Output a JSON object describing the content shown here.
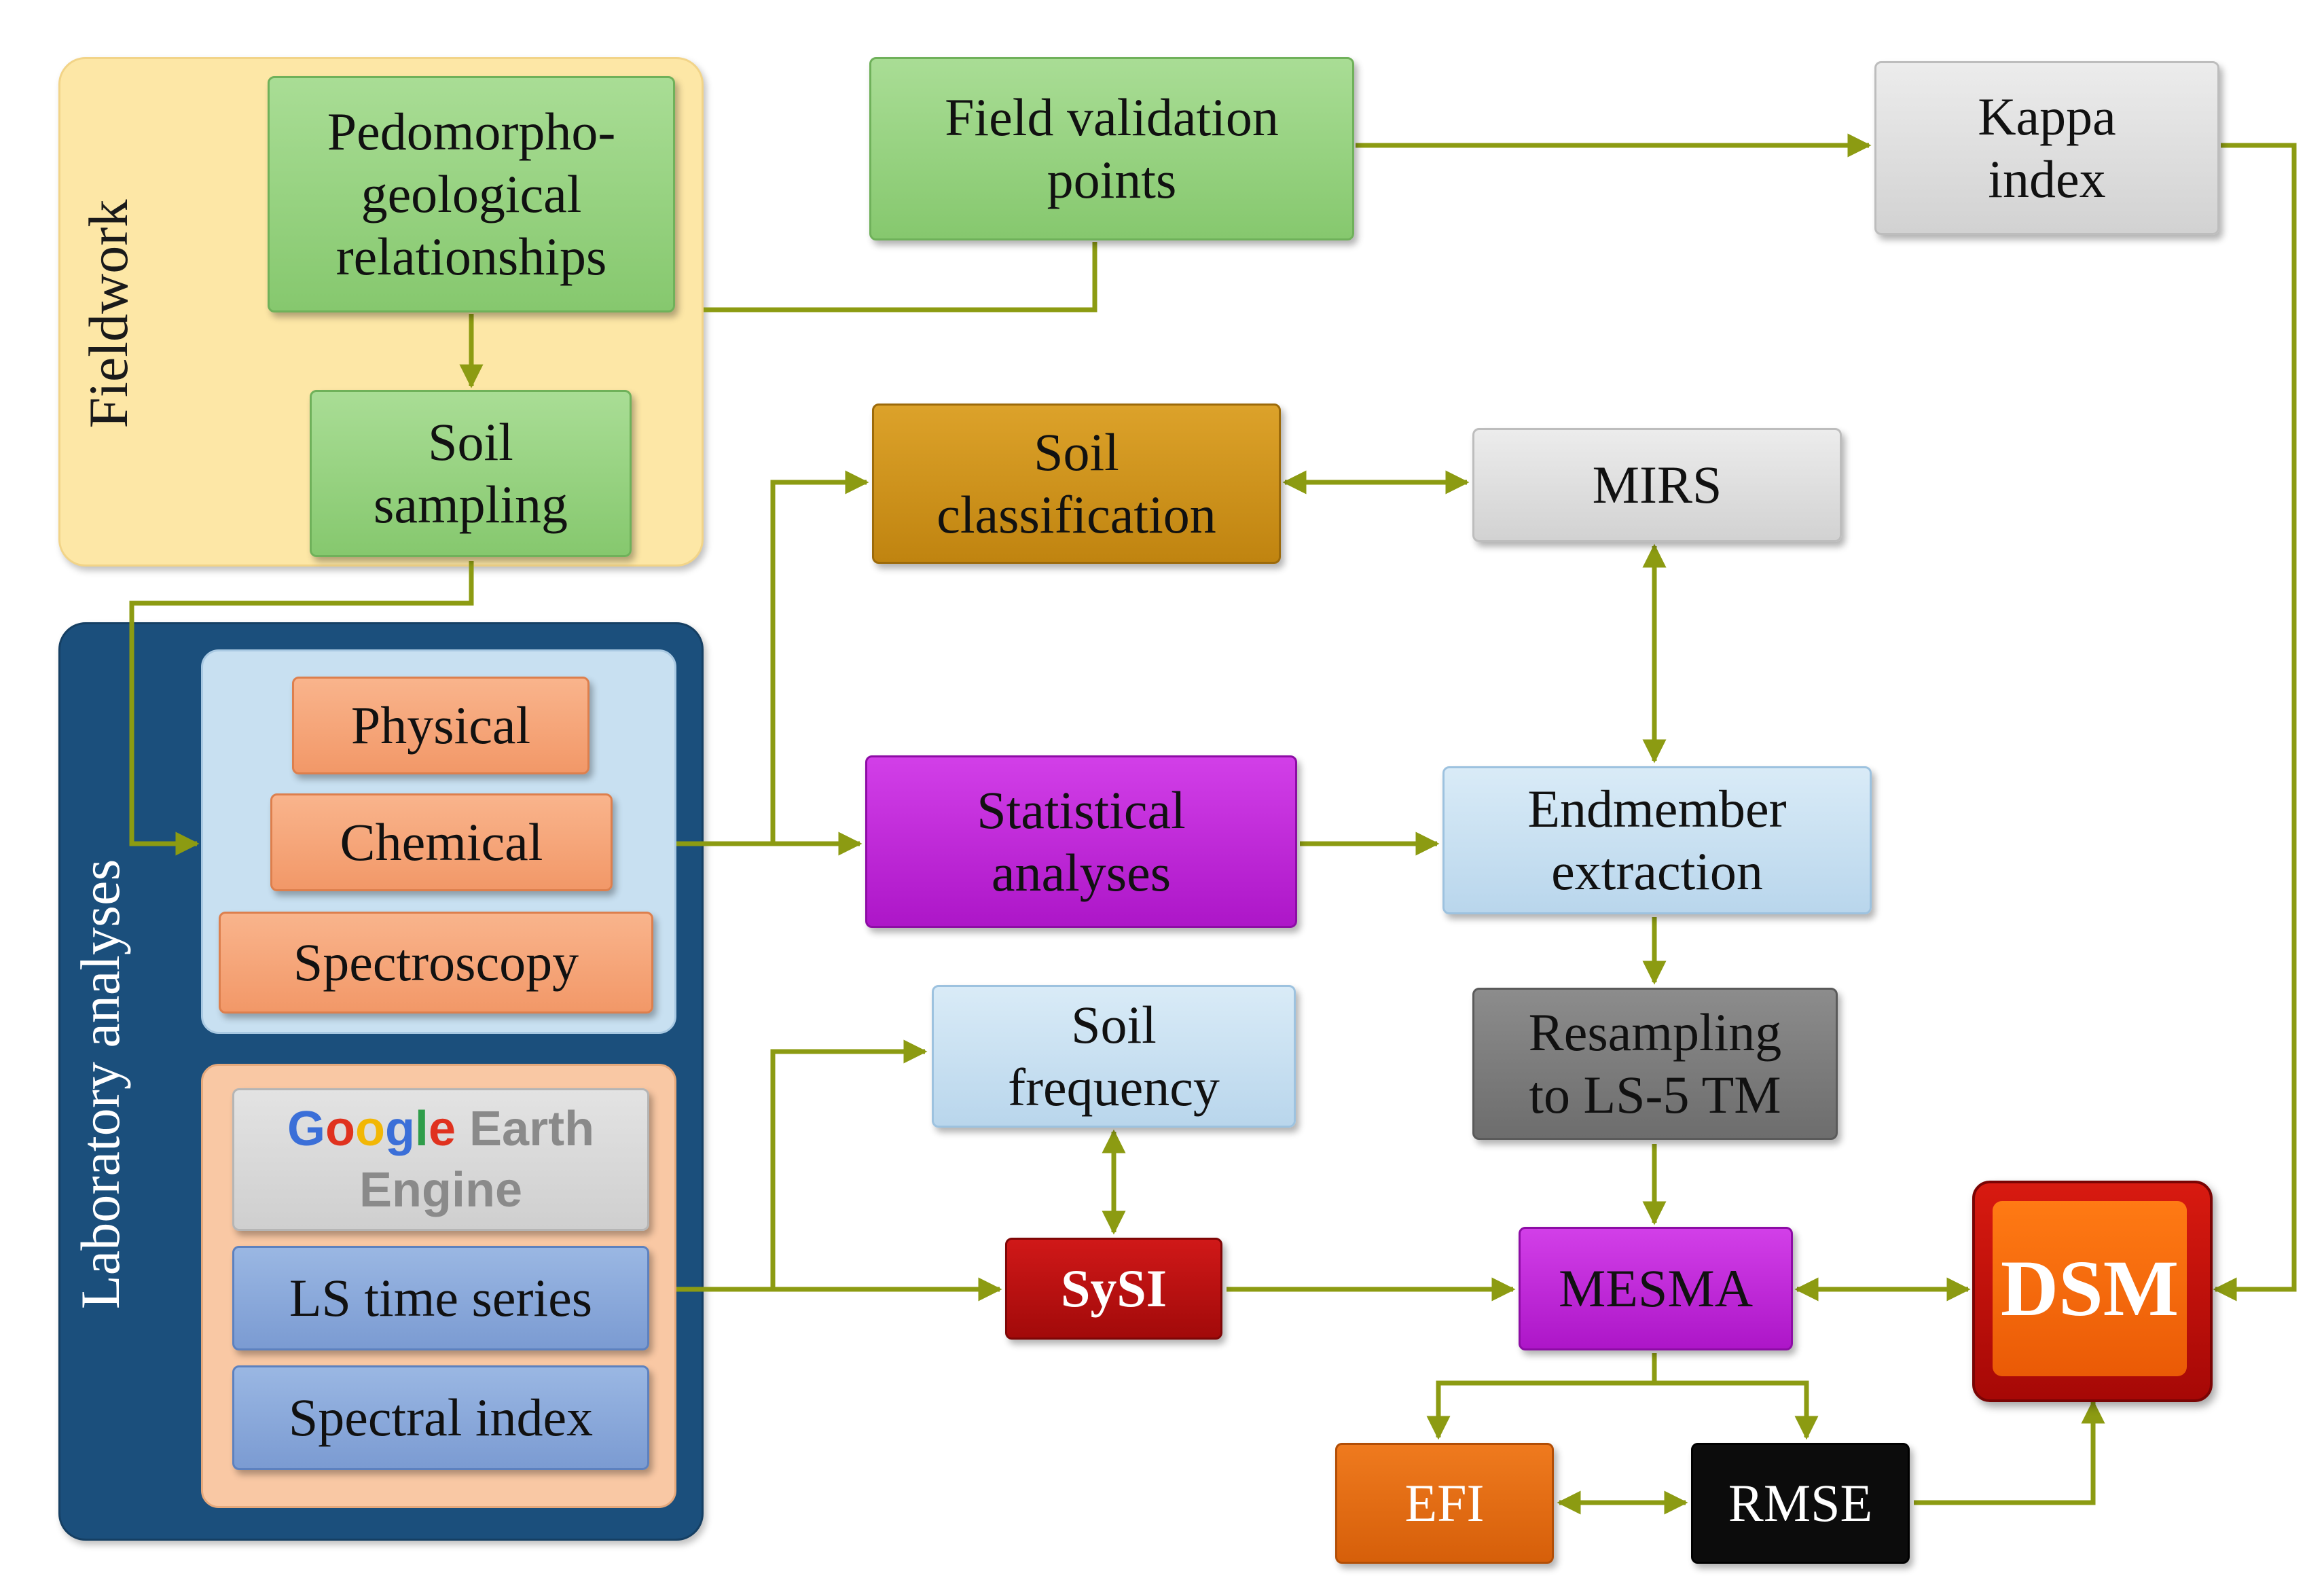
{
  "groups": {
    "fieldwork": "Fieldwork",
    "laboratory": "Laboratory analyses"
  },
  "nodes": {
    "pedomorpho": [
      "Pedomorpho-",
      "geological",
      "relationships"
    ],
    "soil_sampling": [
      "Soil",
      "sampling"
    ],
    "field_validation": [
      "Field validation",
      "points"
    ],
    "kappa": [
      "Kappa",
      "index"
    ],
    "soil_classification": [
      "Soil",
      "classification"
    ],
    "mirs": "MIRS",
    "physical": "Physical",
    "chemical": "Chemical",
    "spectroscopy": "Spectroscopy",
    "statistical": [
      "Statistical",
      "analyses"
    ],
    "endmember": [
      "Endmember",
      "extraction"
    ],
    "soil_frequency": [
      "Soil",
      "frequency"
    ],
    "resampling": [
      "Resampling",
      "to LS-5 TM"
    ],
    "google_ee": {
      "g1": "G",
      "g2": "o",
      "g3": "o",
      "g4": "g",
      "g5": "l",
      "g6": "e",
      "earth": "Earth",
      "engine": "Engine"
    },
    "ls_time_series": "LS time series",
    "spectral_index": "Spectral index",
    "sysi": "SySI",
    "mesma": "MESMA",
    "dsm": "DSM",
    "efi": "EFI",
    "rmse": "RMSE"
  },
  "colors": {
    "connector": "#8c9b12",
    "field_box": "#9ad583",
    "soil_classification": "#c98b16",
    "statistical": "#c12ad9",
    "mesma": "#c12ad9",
    "sysi": "#b80f0f",
    "dsm_outer": "#b80f0f",
    "dsm_inner": "#f56a0c",
    "efi": "#e26a12",
    "rmse": "#0c0c0c",
    "resampling": "#7a7a7a",
    "gray_box": "#dcdcdc",
    "light_blue_box": "#c9e0f2",
    "lab_group": "#1b4f7c",
    "fieldwork_group": "#fde7a6"
  }
}
